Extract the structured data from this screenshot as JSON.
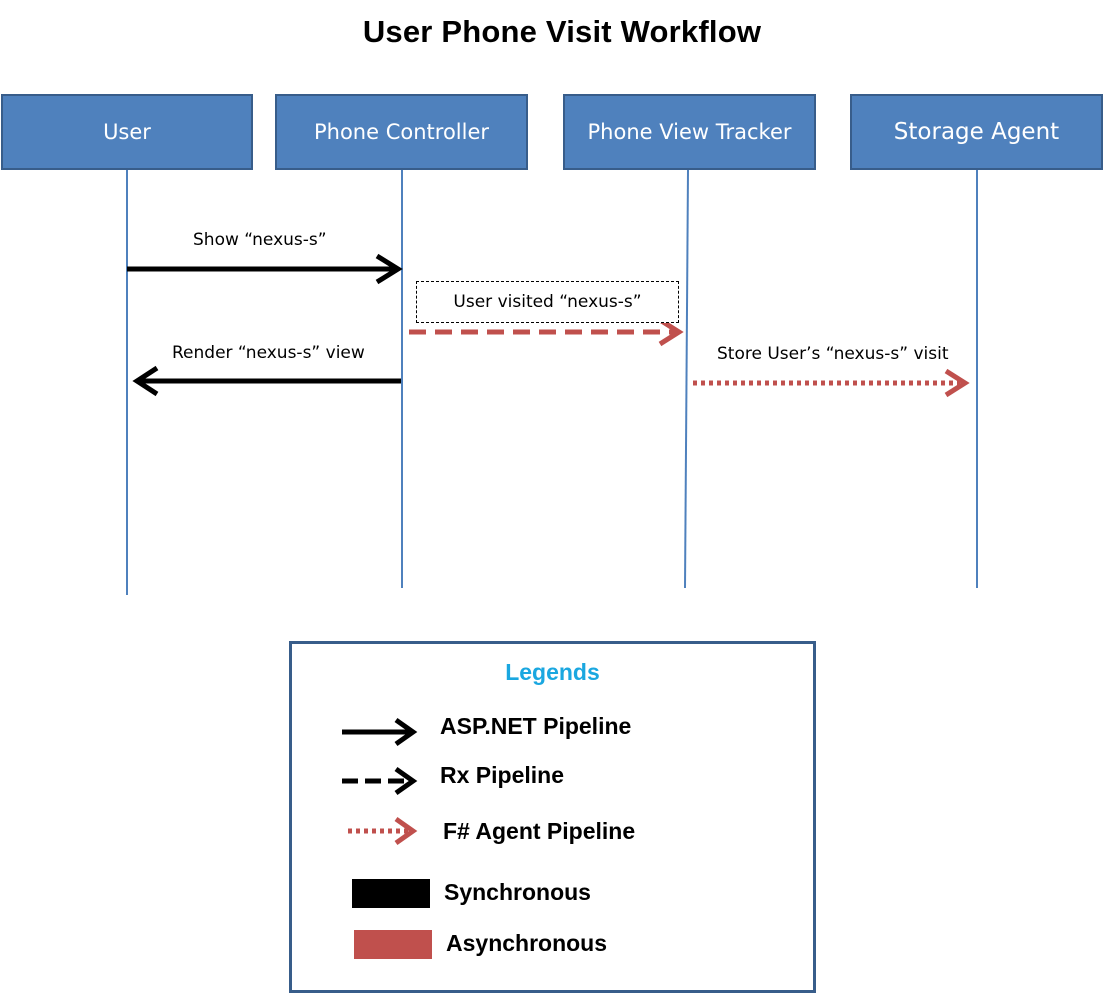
{
  "title": "User Phone Visit Workflow",
  "actors": [
    {
      "label": "User"
    },
    {
      "label": "Phone Controller"
    },
    {
      "label": "Phone View Tracker"
    },
    {
      "label": "Storage Agent"
    }
  ],
  "messages": [
    {
      "label": "Show “nexus-s”",
      "from": "User",
      "to": "Phone Controller",
      "style": "solid",
      "color": "#000000"
    },
    {
      "label": "User visited “nexus-s”",
      "from": "Phone Controller",
      "to": "Phone View Tracker",
      "style": "dashed",
      "color": "#c0504d"
    },
    {
      "label": "Render “nexus-s” view",
      "from": "Phone Controller",
      "to": "User",
      "style": "solid",
      "color": "#000000"
    },
    {
      "label": "Store User’s “nexus-s” visit",
      "from": "Phone View Tracker",
      "to": "Storage Agent",
      "style": "dotted",
      "color": "#c0504d"
    }
  ],
  "legend": {
    "title": "Legends",
    "items": [
      {
        "label": "ASP.NET Pipeline",
        "style": "solid",
        "color": "#000000"
      },
      {
        "label": "Rx Pipeline",
        "style": "dashed",
        "color": "#000000"
      },
      {
        "label": "F# Agent Pipeline",
        "style": "dotted",
        "color": "#c0504d"
      },
      {
        "label": "Synchronous",
        "swatch_color": "#000000"
      },
      {
        "label": "Asynchronous",
        "swatch_color": "#c0504d"
      }
    ]
  },
  "colors": {
    "actor_fill": "#4f81bd",
    "actor_border": "#385d8a",
    "lifeline": "#4f81bd",
    "legend_title": "#1aa7e0"
  }
}
